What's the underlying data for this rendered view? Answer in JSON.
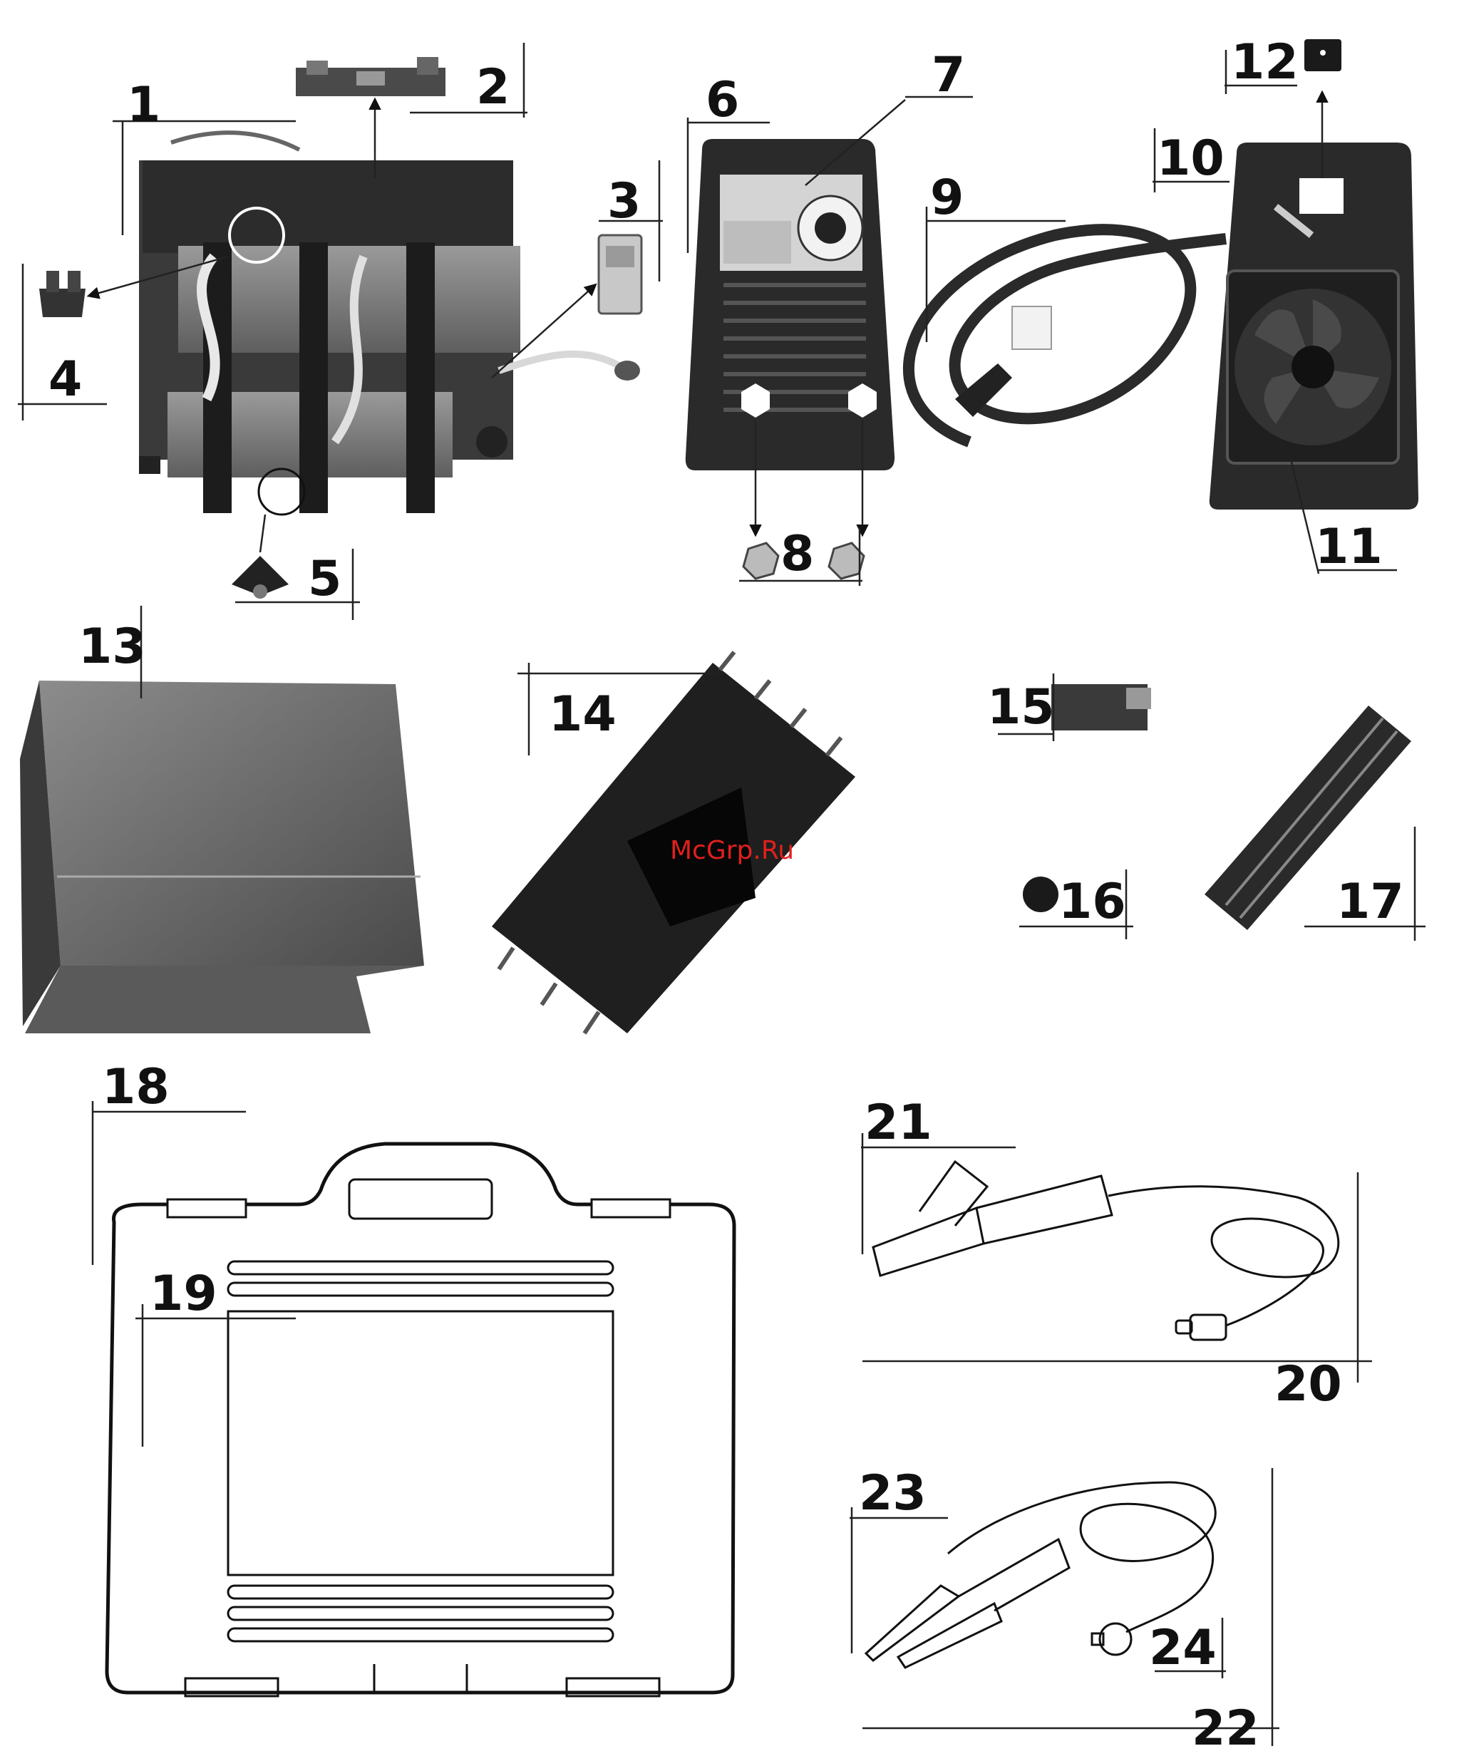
{
  "watermark": "McGrp.Ru",
  "part_numbers": [
    "1",
    "2",
    "3",
    "4",
    "5",
    "6",
    "7",
    "8",
    "9",
    "10",
    "11",
    "12",
    "13",
    "14",
    "15",
    "16",
    "17",
    "18",
    "19",
    "20",
    "21",
    "22",
    "23",
    "24"
  ],
  "colors": {
    "ink": "#111111",
    "part_dark": "#2b2b2b",
    "part_mid": "#7a7a7a",
    "part_light": "#bdbdbd",
    "watermark": "#e0201c"
  }
}
